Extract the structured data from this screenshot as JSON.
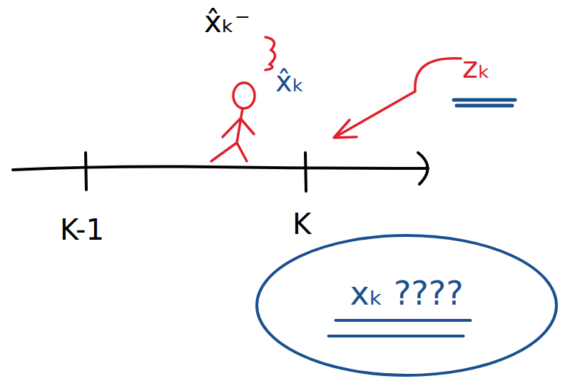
{
  "diagram": {
    "nodes": [
      {
        "text": [
          "xₖ ????"
        ]
      }
    ],
    "labels": [
      "x̂ₖ⁻",
      "x̂ₖ",
      "zₖ",
      "K-1",
      "K"
    ]
  }
}
